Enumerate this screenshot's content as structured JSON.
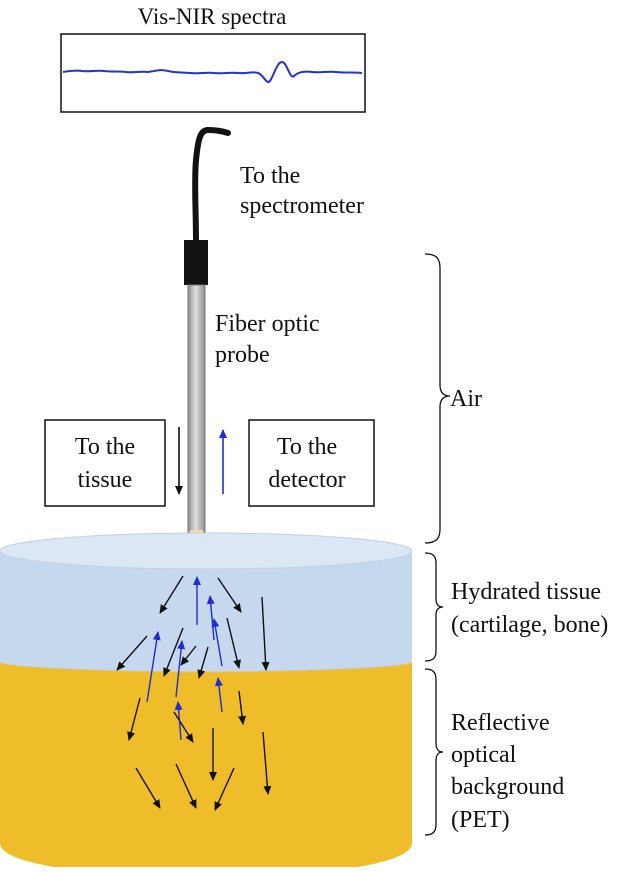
{
  "spectra": {
    "title": "Vis-NIR spectra"
  },
  "cable_label": {
    "line1": "To the",
    "line2": "spectrometer"
  },
  "probe_label": {
    "line1": "Fiber optic",
    "line2": "probe"
  },
  "box_tissue": {
    "line1": "To the",
    "line2": "tissue"
  },
  "box_detector": {
    "line1": "To the",
    "line2": "detector"
  },
  "layers": {
    "air": "Air",
    "tissue": {
      "line1": "Hydrated tissue",
      "line2": "(cartilage, bone)"
    },
    "background": {
      "line1": "Reflective",
      "line2": "optical",
      "line3": "background",
      "line4": "(PET)"
    }
  },
  "colors": {
    "incident_arrow": "#111111",
    "detected_arrow": "#1f2ecf",
    "spectrum_line": "#2434cc",
    "tissue_layer": "#c5d8ee",
    "tissue_top": "#dbe7f5",
    "background_layer": "#f0bd2a",
    "probe_shaft": "#bdbdbd",
    "probe_tip_glow": "#f7dca0"
  }
}
